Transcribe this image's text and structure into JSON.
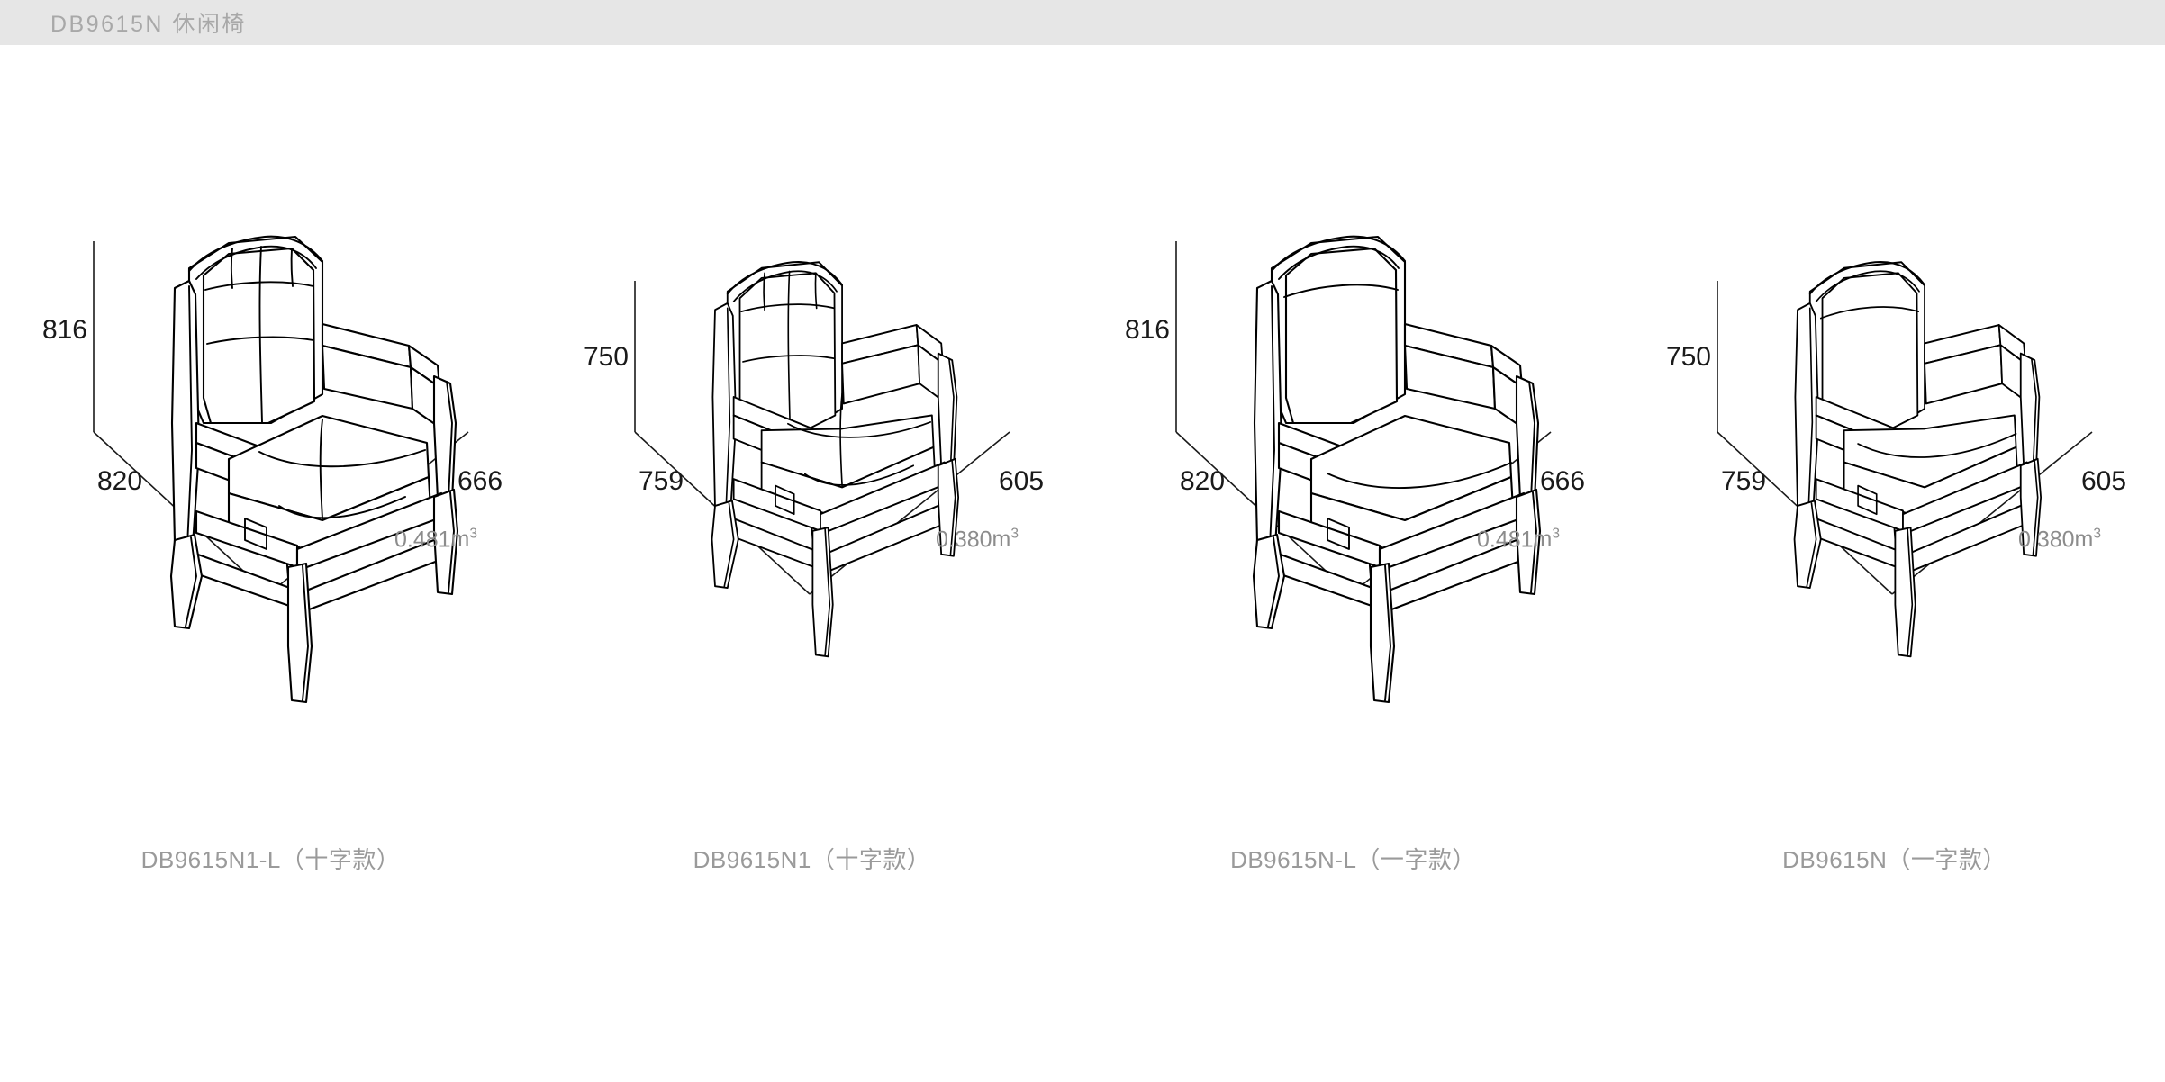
{
  "header": {
    "title": "DB9615N 休闲椅",
    "background_color": "#e6e6e6",
    "text_color": "#a8a8a8"
  },
  "colors": {
    "line": "#000000",
    "dimension_text": "#1a1a1a",
    "volume_text": "#8c8c8c",
    "caption_text": "#9a9a9a",
    "page_background": "#ffffff"
  },
  "units": {
    "length": "mm",
    "volume": "m³"
  },
  "products": [
    {
      "id": "chair-1",
      "caption": "DB9615N1-L（十字款）",
      "model": "DB9615N1-L",
      "style": "十字款",
      "height": "816",
      "width": "820",
      "depth": "666",
      "volume": "0.481m³",
      "volume_value": "0.481",
      "cushion_style": "cross-quilted"
    },
    {
      "id": "chair-2",
      "caption": "DB9615N1（十字款）",
      "model": "DB9615N1",
      "style": "十字款",
      "height": "750",
      "width": "759",
      "depth": "605",
      "volume": "0.380m³",
      "volume_value": "0.380",
      "cushion_style": "cross-quilted"
    },
    {
      "id": "chair-3",
      "caption": "DB9615N-L（一字款）",
      "model": "DB9615N-L",
      "style": "一字款",
      "height": "816",
      "width": "820",
      "depth": "666",
      "volume": "0.481m³",
      "volume_value": "0.481",
      "cushion_style": "plain"
    },
    {
      "id": "chair-4",
      "caption": "DB9615N（一字款）",
      "model": "DB9615N",
      "style": "一字款",
      "height": "750",
      "width": "759",
      "depth": "605",
      "volume": "0.380m³",
      "volume_value": "0.380",
      "cushion_style": "plain"
    }
  ]
}
